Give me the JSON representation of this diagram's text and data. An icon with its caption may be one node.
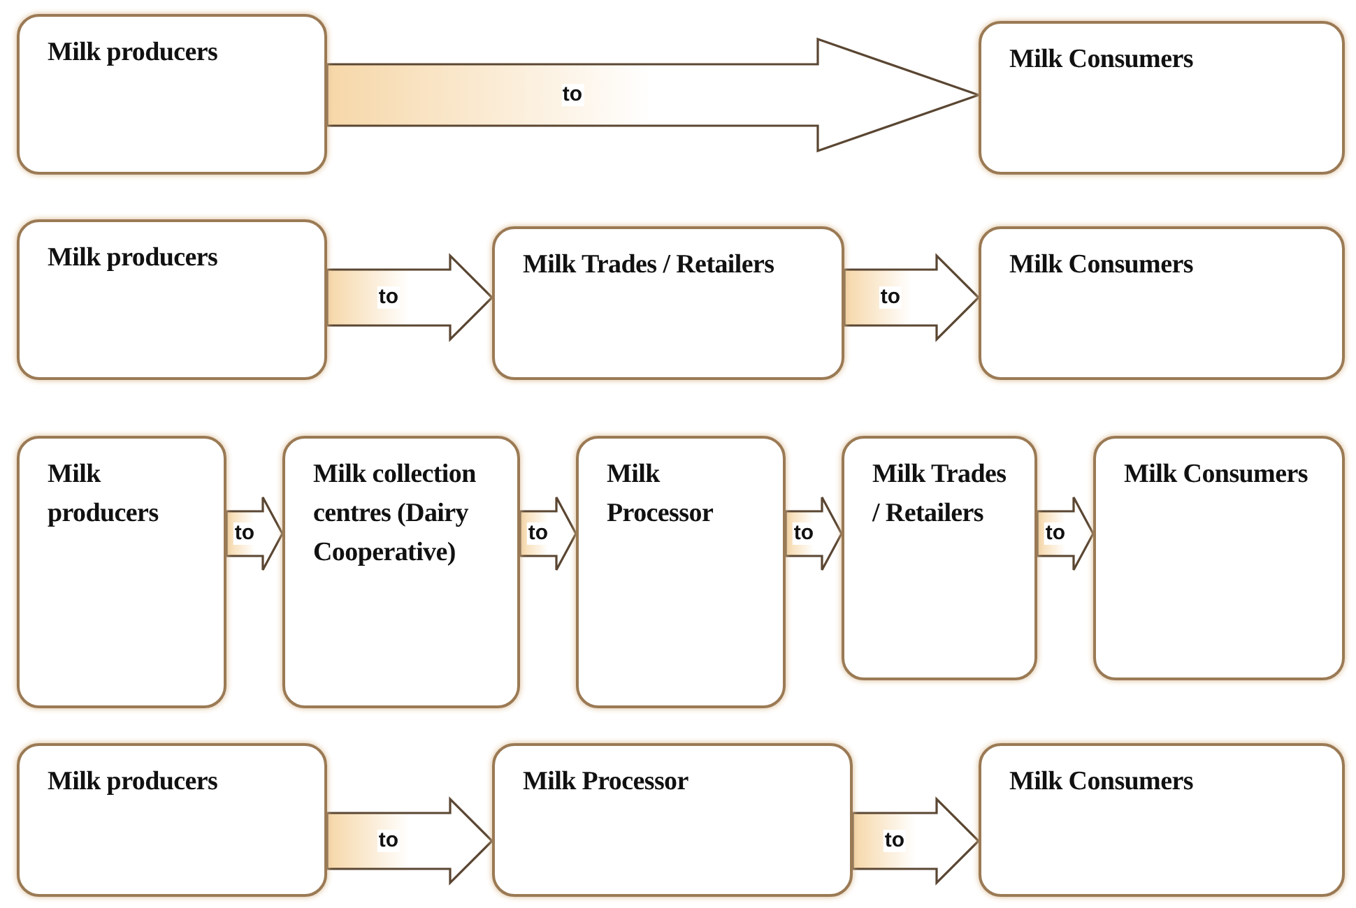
{
  "diagram": {
    "nodes": [
      {
        "text": [
          "Milk producers"
        ]
      },
      {
        "text": [
          "Milk Consumers"
        ]
      },
      {
        "text": [
          "Milk producers"
        ]
      },
      {
        "text": [
          "Milk Trades / Retailers"
        ]
      },
      {
        "text": [
          "Milk Consumers"
        ]
      },
      {
        "text": [
          "Milk producers"
        ]
      },
      {
        "text": [
          "Milk collection centres (Dairy Cooperative)"
        ]
      },
      {
        "text": [
          "Milk Processor"
        ]
      },
      {
        "text": [
          "Milk Trades / Retailers"
        ]
      },
      {
        "text": [
          "Milk Consumers"
        ]
      },
      {
        "text": [
          "Milk producers"
        ]
      },
      {
        "text": [
          "Milk Processor"
        ]
      },
      {
        "text": [
          "Milk Consumers"
        ]
      }
    ],
    "edges": [
      {
        "from": 0,
        "to": 1,
        "arrow": "to",
        "label": "to"
      },
      {
        "from": 2,
        "to": 3,
        "arrow": "to",
        "label": "to"
      },
      {
        "from": 3,
        "to": 4,
        "arrow": "to",
        "label": "to"
      },
      {
        "from": 5,
        "to": 6,
        "arrow": "to",
        "label": "to"
      },
      {
        "from": 6,
        "to": 7,
        "arrow": "to",
        "label": "to"
      },
      {
        "from": 7,
        "to": 8,
        "arrow": "to",
        "label": "to"
      },
      {
        "from": 8,
        "to": 9,
        "arrow": "to",
        "label": "to"
      },
      {
        "from": 10,
        "to": 11,
        "arrow": "to",
        "label": "to"
      },
      {
        "from": 11,
        "to": 12,
        "arrow": "to",
        "label": "to"
      }
    ]
  }
}
